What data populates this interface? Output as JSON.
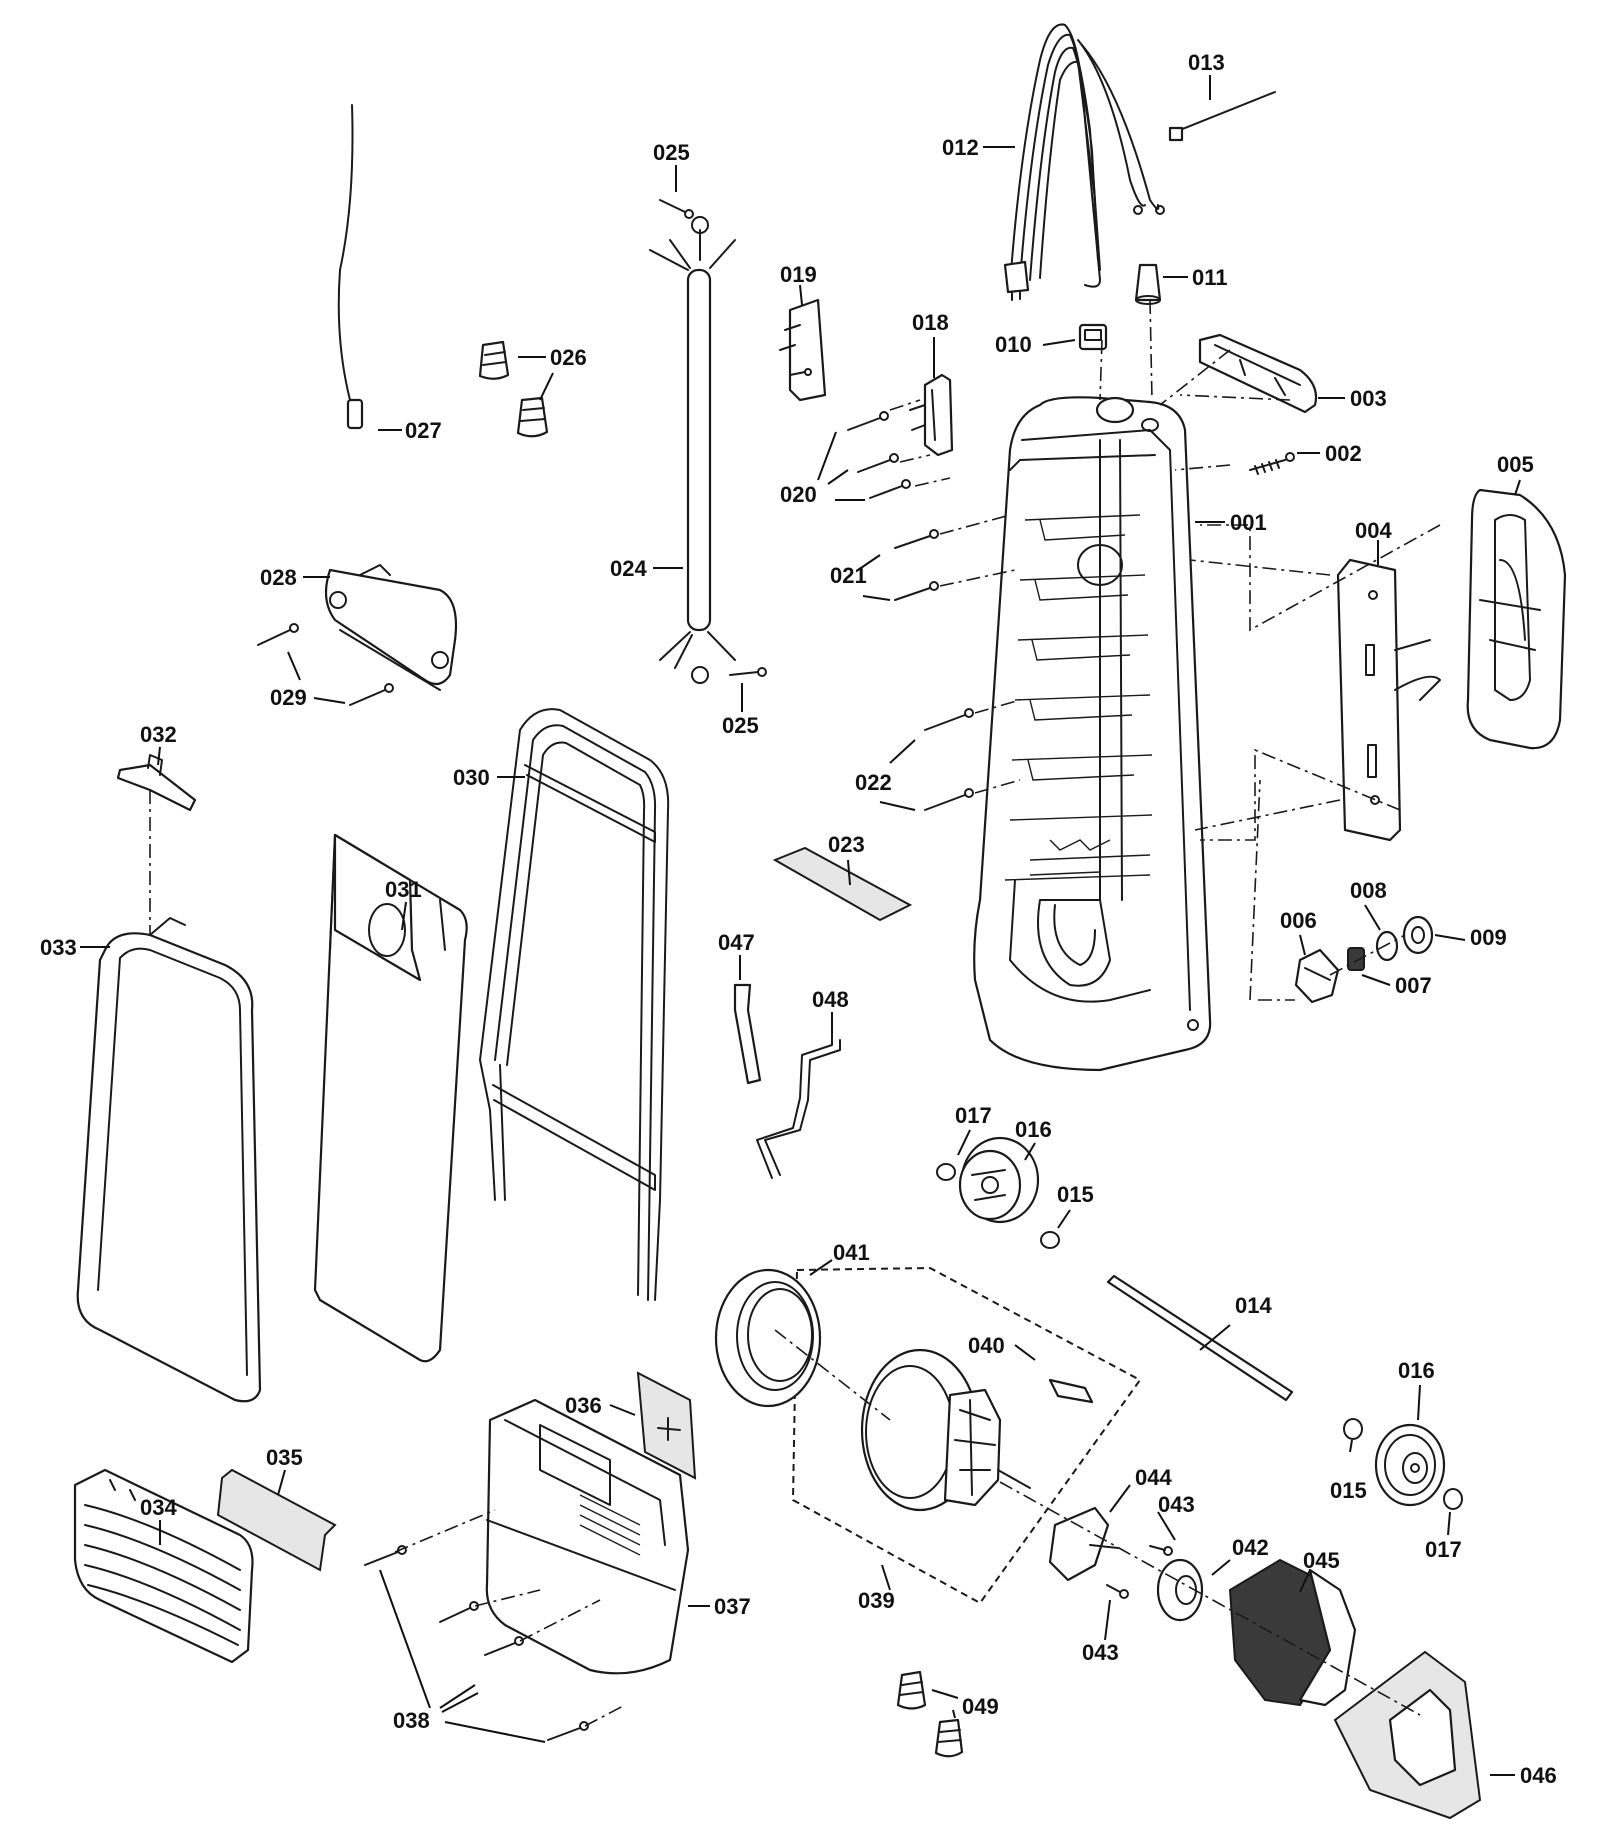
{
  "parts": [
    {
      "id": "001"
    },
    {
      "id": "002"
    },
    {
      "id": "003"
    },
    {
      "id": "004"
    },
    {
      "id": "005"
    },
    {
      "id": "006"
    },
    {
      "id": "007"
    },
    {
      "id": "008"
    },
    {
      "id": "009"
    },
    {
      "id": "010"
    },
    {
      "id": "011"
    },
    {
      "id": "012"
    },
    {
      "id": "013"
    },
    {
      "id": "014"
    },
    {
      "id": "015"
    },
    {
      "id": "016"
    },
    {
      "id": "017"
    },
    {
      "id": "018"
    },
    {
      "id": "019"
    },
    {
      "id": "020"
    },
    {
      "id": "021"
    },
    {
      "id": "022"
    },
    {
      "id": "023"
    },
    {
      "id": "024"
    },
    {
      "id": "025"
    },
    {
      "id": "026"
    },
    {
      "id": "027"
    },
    {
      "id": "028"
    },
    {
      "id": "029"
    },
    {
      "id": "030"
    },
    {
      "id": "031"
    },
    {
      "id": "032"
    },
    {
      "id": "033"
    },
    {
      "id": "034"
    },
    {
      "id": "035"
    },
    {
      "id": "036"
    },
    {
      "id": "037"
    },
    {
      "id": "038"
    },
    {
      "id": "039"
    },
    {
      "id": "040"
    },
    {
      "id": "041"
    },
    {
      "id": "042"
    },
    {
      "id": "043"
    },
    {
      "id": "044"
    },
    {
      "id": "045"
    },
    {
      "id": "046"
    },
    {
      "id": "047"
    },
    {
      "id": "048"
    },
    {
      "id": "049"
    }
  ]
}
